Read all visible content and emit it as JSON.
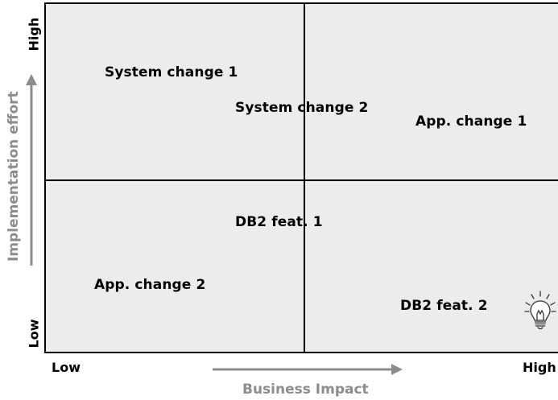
{
  "y_axis": {
    "title": "Implementation effort",
    "high_label": "High",
    "low_label": "Low"
  },
  "x_axis": {
    "title": "Business Impact",
    "low_label": "Low",
    "high_label": "High"
  },
  "items": [
    "System change 1",
    "System change 2",
    "App. change 1",
    "DB2 feat. 1",
    "App. change 2",
    "DB2 feat. 2"
  ],
  "icons": {
    "corner_icon": "lightbulb-icon"
  },
  "colors": {
    "quadrant_fill": "#ececec",
    "grid_line": "#000000",
    "axis_title": "#8c8c8c",
    "arrow": "#8c8c8c"
  }
}
